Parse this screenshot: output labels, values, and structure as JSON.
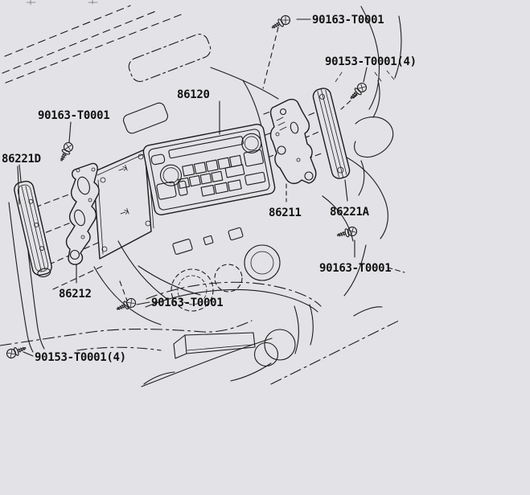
{
  "diagram": {
    "kind": "exploded-parts-diagram",
    "colors": {
      "background": "#e3e2e6",
      "line": "#1c1c1c",
      "text": "#111111"
    },
    "labels": {
      "screw_top": "90163-T0001",
      "screws_top_right": "90153-T0001(4)",
      "radio_unit": "86120",
      "screw_left": "90163-T0001",
      "trim_left": "86221D",
      "bracket_right": "86211",
      "trim_right": "86221A",
      "screw_right": "90163-T0001",
      "bracket_left": "86212",
      "screw_bottom": "90163-T0001",
      "screws_bottom_left": "90153-T0001(4)"
    }
  }
}
